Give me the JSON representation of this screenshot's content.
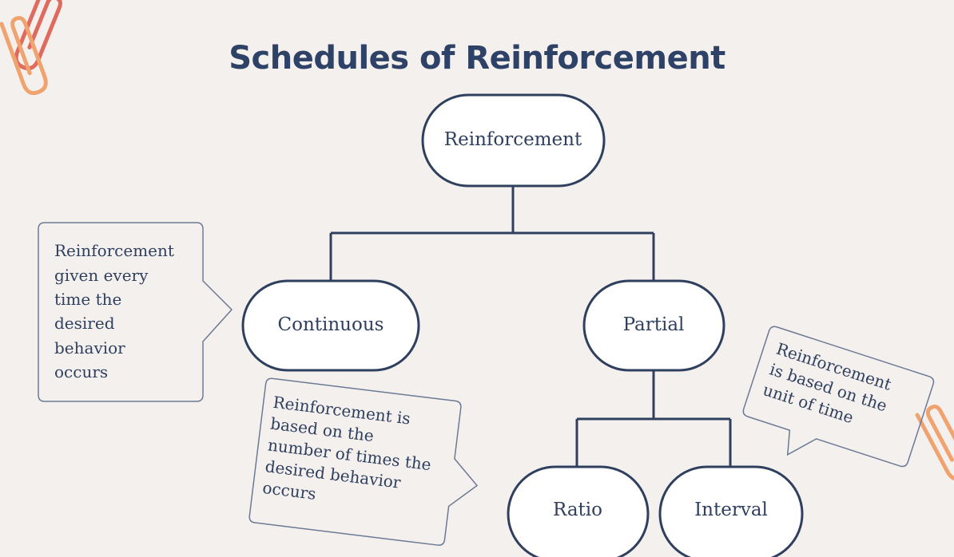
{
  "title": "Schedules of Reinforcement",
  "nodes": {
    "root": "Reinforcement",
    "continuous": "Continuous",
    "partial": "Partial",
    "ratio": "Ratio",
    "interval": "Interval"
  },
  "notes": {
    "continuous": [
      "Reinforcement",
      "given every",
      "time the",
      "desired",
      "behavior",
      "occurs"
    ],
    "ratio": [
      "Reinforcement is",
      "based on the",
      "number of times the",
      "desired behavior",
      "occurs"
    ],
    "interval": [
      "Reinforcement",
      "is based on the",
      "unit of time"
    ]
  },
  "colors": {
    "background": "#f4f0ee",
    "title": "#2e4166",
    "node_stroke": "#2f3f5e",
    "callout_stroke": "#6c7a94",
    "clip_red": "#e06a5e",
    "clip_orange": "#f0a36e"
  },
  "icons": [
    "paperclip-icon"
  ]
}
